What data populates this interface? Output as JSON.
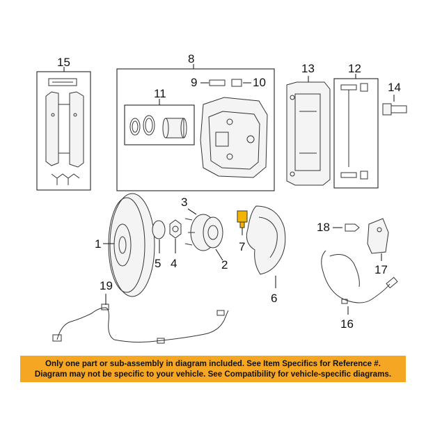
{
  "callouts": {
    "c1": "1",
    "c2": "2",
    "c3": "3",
    "c4": "4",
    "c5": "5",
    "c6": "6",
    "c7": "7",
    "c8": "8",
    "c9": "9",
    "c10": "10",
    "c11": "11",
    "c12": "12",
    "c13": "13",
    "c14": "14",
    "c15": "15",
    "c16": "16",
    "c17": "17",
    "c18": "18",
    "c19": "19"
  },
  "banner": {
    "line1": "Only one part or sub-assembly in diagram included. See Item Specifics for Reference #.",
    "line2": "Diagram may not be specific to your vehicle. See Compatibility for vehicle-specific diagrams."
  },
  "colors": {
    "banner_bg": "#f5a623",
    "line": "#222222"
  }
}
